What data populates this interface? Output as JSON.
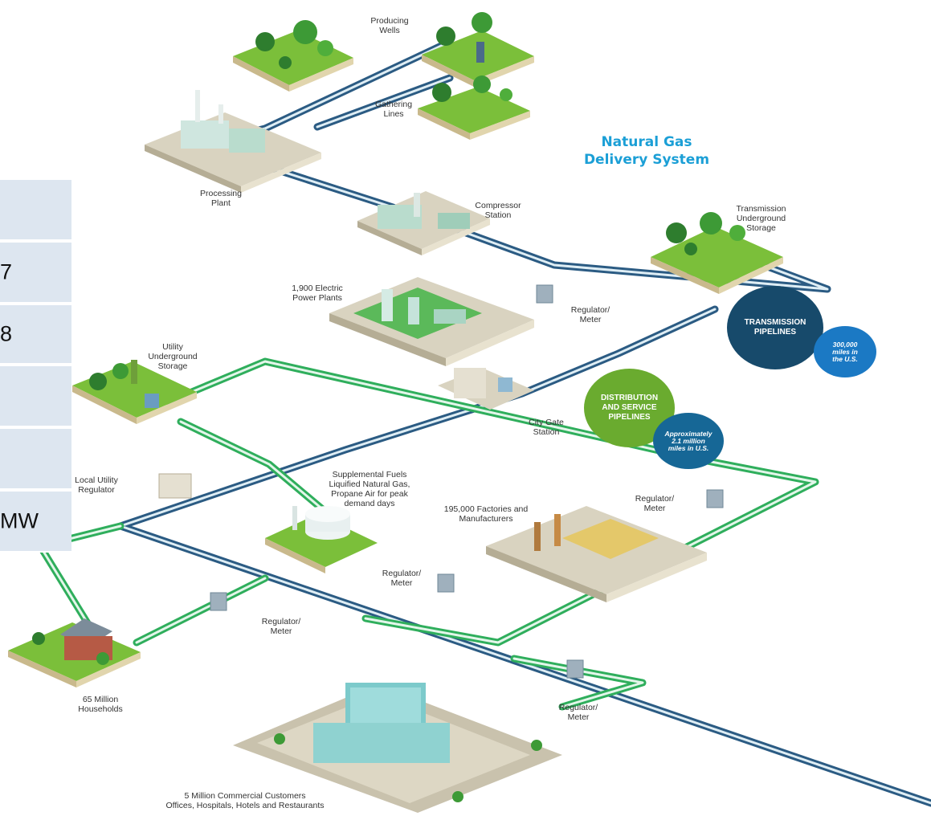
{
  "diagram": {
    "title_line1": "Natural Gas",
    "title_line2": "Delivery System",
    "colors": {
      "transmission": "#2b5b83",
      "distribution": "#2fae5c",
      "title": "#1b9fd6",
      "transmission_bubble": "#174a6b",
      "distribution_bubble": "#6aab2f",
      "miles_bubble": "#1b79c4"
    },
    "labels": {
      "producing_wells": "Producing\nWells",
      "gathering_lines": "Gathering\nLines",
      "processing_plant": "Processing\nPlant",
      "compressor_station": "Compressor\nStation",
      "transmission_storage": "Transmission\nUnderground\nStorage",
      "power_plants": "1,900 Electric\nPower Plants",
      "regulator_meter_1": "Regulator/\nMeter",
      "utility_storage": "Utility\nUnderground\nStorage",
      "city_gate": "City Gate\nStation",
      "local_regulator": "Local Utility\nRegulator",
      "supplemental": "Supplemental Fuels\nLiquified Natural Gas,\nPropane Air for peak\ndemand days",
      "factories": "195,000 Factories and\nManufacturers",
      "regulator_meter_2": "Regulator/\nMeter",
      "regulator_meter_3": "Regulator/\nMeter",
      "regulator_meter_4": "Regulator/\nMeter",
      "households": "65 Million\nHouseholds",
      "regulator_meter_5": "Regulator/\nMeter",
      "commercial": "5 Million Commercial Customers\nOffices, Hospitals, Hotels and Restaurants"
    },
    "bubbles": {
      "transmission": "TRANSMISSION\nPIPELINES",
      "transmission_miles": "300,000\nmiles in\nthe U.S.",
      "distribution": "DISTRIBUTION\nAND SERVICE\nPIPELINES",
      "distribution_miles": "Approximately\n2.1 million\nmiles in U.S."
    }
  },
  "side_table": {
    "cells": [
      "",
      "7",
      "8",
      "",
      "",
      "MW"
    ]
  }
}
